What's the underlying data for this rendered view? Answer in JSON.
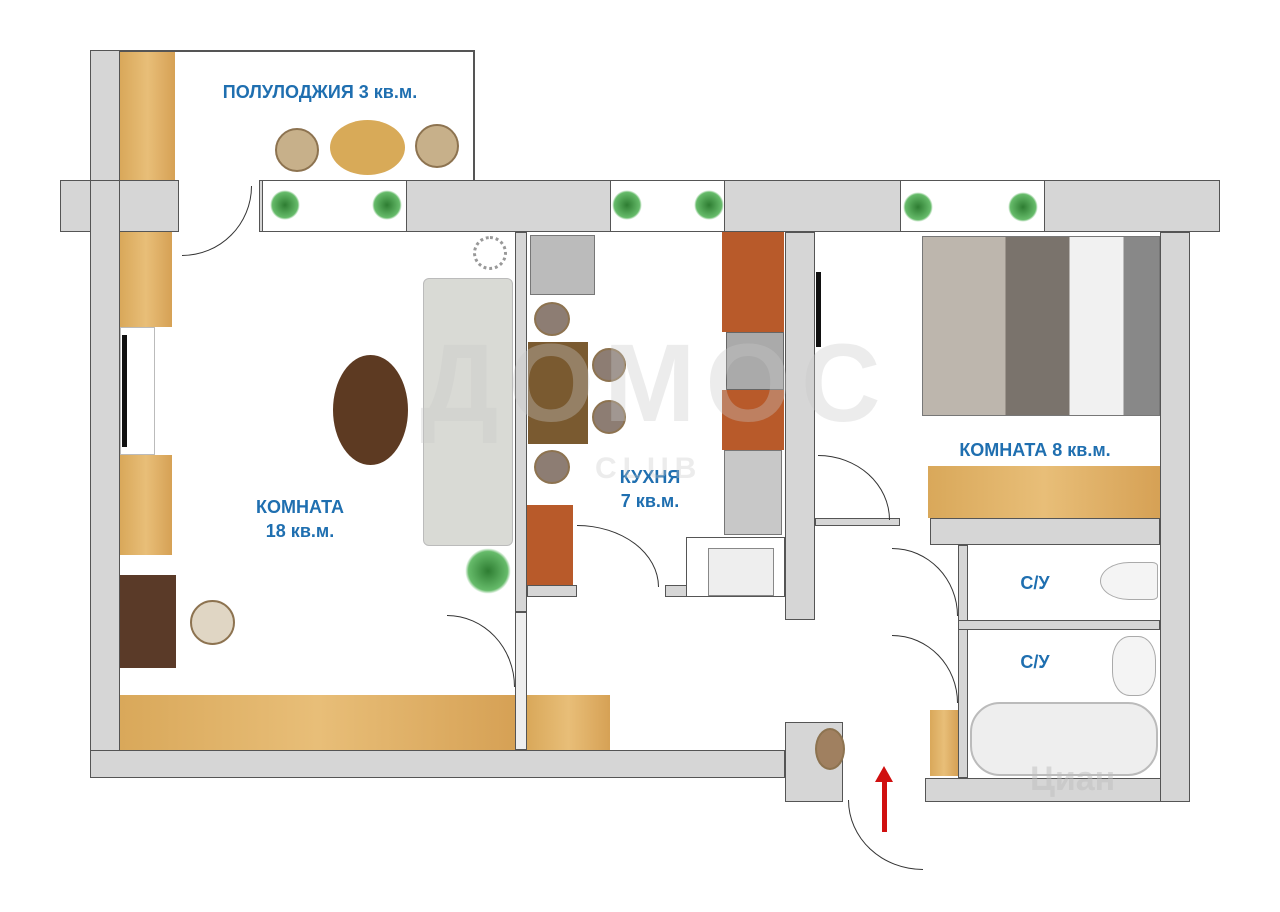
{
  "rooms": {
    "loggia": "ПОЛУЛОДЖИЯ 3 кв.м.",
    "living_name": "КОМНАТА",
    "living_area": "18 кв.м.",
    "kitchen_name": "КУХНЯ",
    "kitchen_area": "7 кв.м.",
    "bedroom": "КОМНАТА 8 кв.м.",
    "bathroom1": "С/У",
    "bathroom2": "С/У"
  },
  "watermarks": {
    "brand": "ДОМОС",
    "brand_sub": "CLUB",
    "source": "Циан"
  },
  "colors": {
    "label": "#1f6fb0",
    "entrance_arrow": "#d01010",
    "wall": "#d6d6d6"
  }
}
